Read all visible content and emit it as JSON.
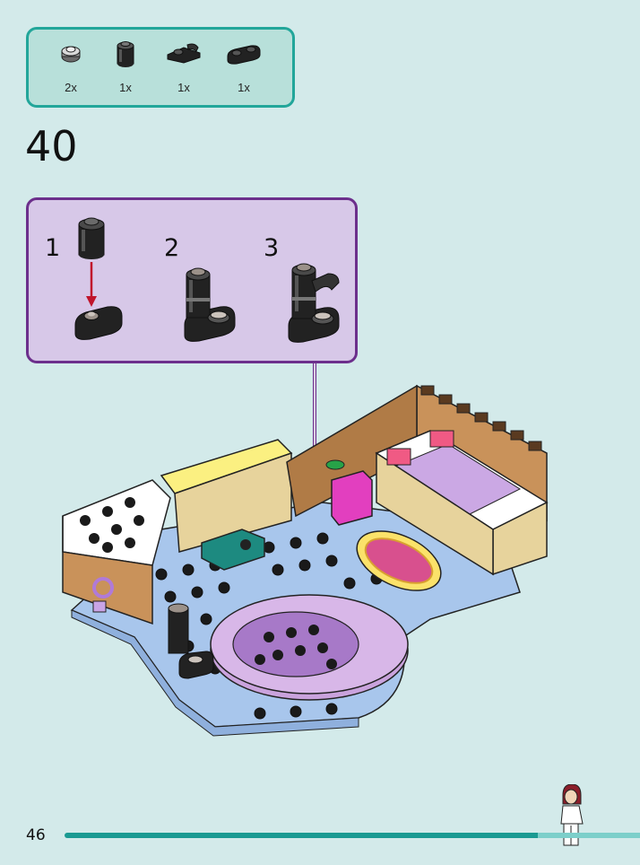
{
  "parts": [
    {
      "icon": "round-plate-1x1-icon",
      "qty": "2x"
    },
    {
      "icon": "round-brick-1x1-icon",
      "qty": "1x"
    },
    {
      "icon": "plate-clip-icon",
      "qty": "1x"
    },
    {
      "icon": "plate-1x2-rounded-icon",
      "qty": "1x"
    }
  ],
  "step": {
    "number": "40"
  },
  "substeps": [
    "1",
    "2",
    "3"
  ],
  "page": {
    "number": "46"
  },
  "colors": {
    "background": "#d3eaea",
    "parts_border": "#22a69a",
    "parts_fill": "#b8e0da",
    "substep_border": "#6c2f8c",
    "substep_fill": "#d7c8e8",
    "arrow_red": "#c0142b",
    "arrow_purple": "#6c2f8c",
    "footer_teal": "#1a9a92"
  }
}
